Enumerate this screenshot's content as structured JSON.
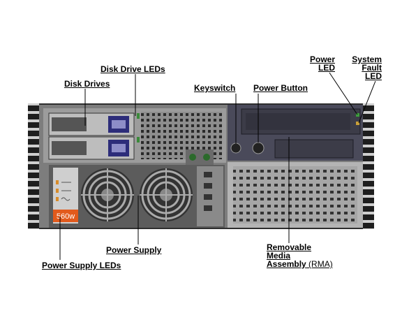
{
  "callouts": {
    "disk_drive_leds": "Disk Drive LEDs",
    "disk_drives": "Disk Drives",
    "keyswitch": "Keyswitch",
    "power_button": "Power Button",
    "power_led_line1": "Power",
    "power_led_line2": "LED",
    "system_fault_line1": "System",
    "system_fault_line2": "Fault",
    "system_fault_line3": "LED",
    "power_supply": "Power Supply",
    "power_supply_leds": "Power Supply LEDs",
    "rma_line1": "Removable",
    "rma_line2": "Media",
    "rma_line3": "Assembly",
    "rma_suffix": " (RMA)"
  },
  "chassis": {
    "psu_rating": "560w"
  },
  "colors": {
    "chassis_dark": "#3a3a3a",
    "panel_gray": "#9a9a9a",
    "psu_orange": "#e25a1c",
    "rma_face": "#4a4a5a"
  }
}
